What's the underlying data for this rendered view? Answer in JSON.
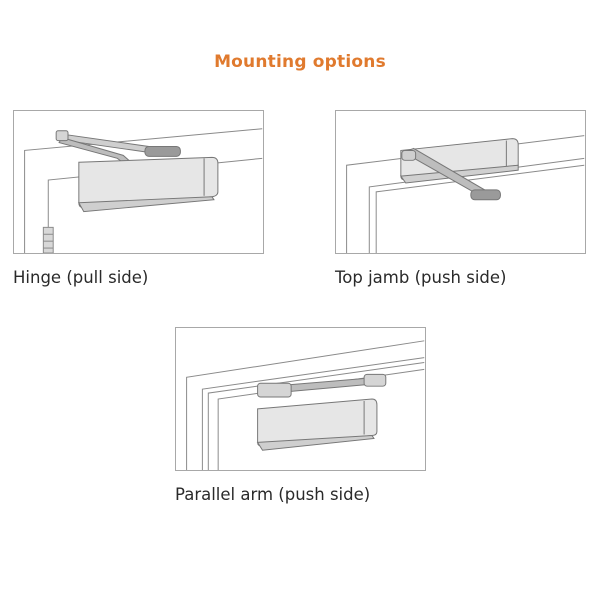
{
  "title": "Mounting options",
  "colors": {
    "accent": "#e07a2e",
    "line": "#8a8a8a",
    "closer": "#e6e6e6"
  },
  "options": [
    {
      "label": "Hinge (pull side)"
    },
    {
      "label": "Top jamb (push side)"
    },
    {
      "label": "Parallel arm (push side)"
    }
  ]
}
